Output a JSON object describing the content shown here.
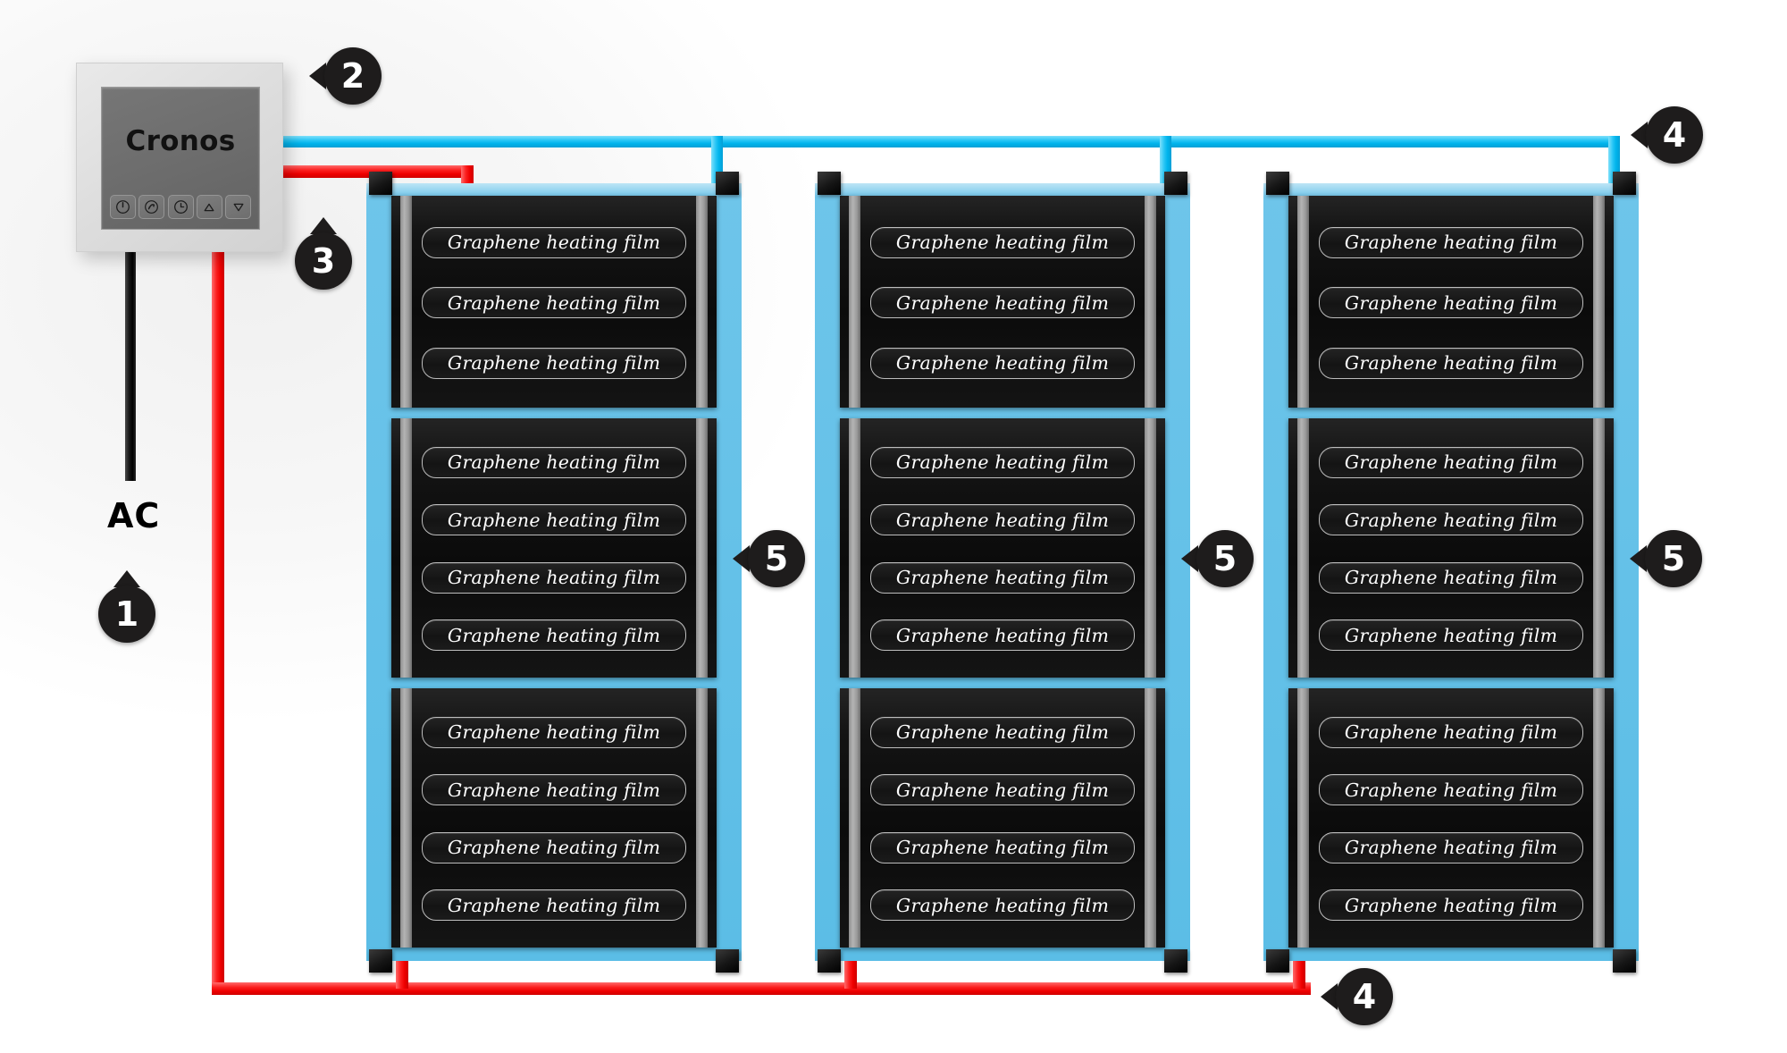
{
  "diagram": {
    "background_color": "#ffffff",
    "wire_colors": {
      "live_red": "#ee0000",
      "neutral_blue": "#00b4ec",
      "supply_black": "#000000"
    }
  },
  "thermostat": {
    "brand": "Cronos",
    "buttons": [
      {
        "name": "power-button",
        "icon": "power-icon"
      },
      {
        "name": "mode-button",
        "icon": "cycle-icon"
      },
      {
        "name": "timer-button",
        "icon": "clock-icon"
      },
      {
        "name": "increase-button",
        "icon": "triangle-up-icon"
      },
      {
        "name": "decrease-button",
        "icon": "triangle-down-icon"
      }
    ]
  },
  "labels": {
    "ac_supply": "AC"
  },
  "markers": [
    {
      "id": "1",
      "number": "1",
      "direction": "up"
    },
    {
      "id": "2",
      "number": "2",
      "direction": "left"
    },
    {
      "id": "3",
      "number": "3",
      "direction": "up"
    },
    {
      "id": "4-top",
      "number": "4",
      "direction": "left"
    },
    {
      "id": "4-bottom",
      "number": "4",
      "direction": "left"
    },
    {
      "id": "5-a",
      "number": "5",
      "direction": "left"
    },
    {
      "id": "5-b",
      "number": "5",
      "direction": "left"
    },
    {
      "id": "5-c",
      "number": "5",
      "direction": "left"
    }
  ],
  "film_label": "Graphene heating film",
  "panel_groups": [
    {
      "id": "panel-group-1",
      "sections": [
        {
          "films": [
            "Graphene heating film",
            "Graphene heating film",
            "Graphene heating film"
          ]
        },
        {
          "films": [
            "Graphene heating film",
            "Graphene heating film",
            "Graphene heating film",
            "Graphene heating film"
          ]
        },
        {
          "films": [
            "Graphene heating film",
            "Graphene heating film",
            "Graphene heating film",
            "Graphene heating film"
          ]
        }
      ]
    },
    {
      "id": "panel-group-2",
      "sections": [
        {
          "films": [
            "Graphene heating film",
            "Graphene heating film",
            "Graphene heating film"
          ]
        },
        {
          "films": [
            "Graphene heating film",
            "Graphene heating film",
            "Graphene heating film",
            "Graphene heating film"
          ]
        },
        {
          "films": [
            "Graphene heating film",
            "Graphene heating film",
            "Graphene heating film",
            "Graphene heating film"
          ]
        }
      ]
    },
    {
      "id": "panel-group-3",
      "sections": [
        {
          "films": [
            "Graphene heating film",
            "Graphene heating film",
            "Graphene heating film"
          ]
        },
        {
          "films": [
            "Graphene heating film",
            "Graphene heating film",
            "Graphene heating film",
            "Graphene heating film"
          ]
        },
        {
          "films": [
            "Graphene heating film",
            "Graphene heating film",
            "Graphene heating film",
            "Graphene heating film"
          ]
        }
      ]
    }
  ]
}
